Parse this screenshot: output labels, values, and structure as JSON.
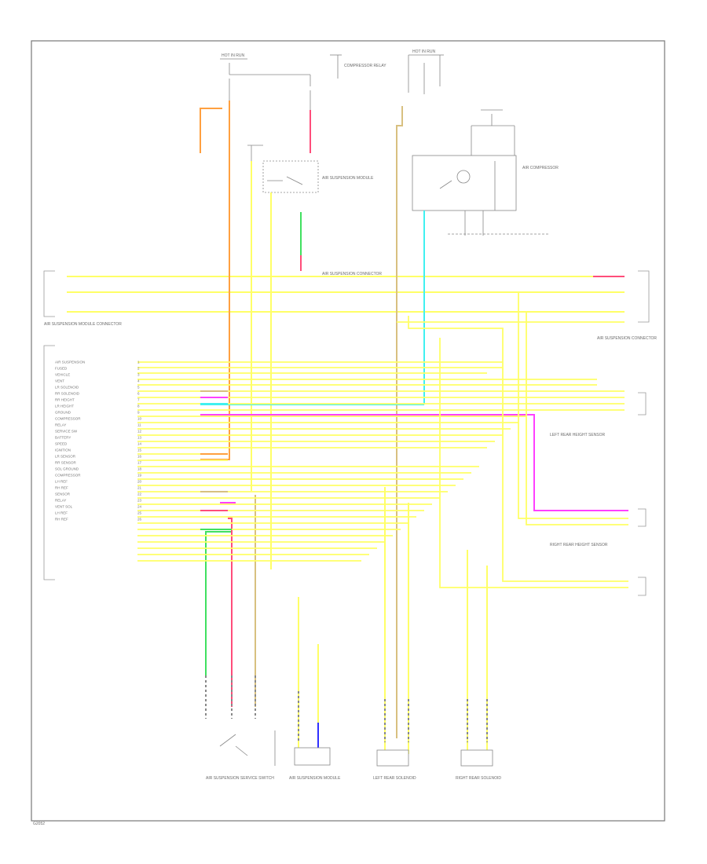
{
  "labels": {
    "fuse_box_top_left": "HOT IN RUN",
    "fuse_box_top_right": "HOT IN RUN",
    "compressor_relay": "COMPRESSOR RELAY",
    "suspension_module": "AIR SUSPENSION MODULE",
    "air_suspension_connector": "AIR SUSPENSION CONNECTOR",
    "height_sensor_left": "LEFT REAR HEIGHT SENSOR",
    "height_sensor_right": "RIGHT REAR HEIGHT SENSOR",
    "service_switch": "AIR SUSPENSION SERVICE SWITCH",
    "air_compressor": "AIR COMPRESSOR",
    "left_rear_solenoid": "LEFT REAR SOLENOID",
    "right_rear_solenoid": "RIGHT REAR SOLENOID",
    "connector_caption_left": "AIR SUSPENSION MODULE CONNECTOR",
    "connector_caption_right": "AIR SUSPENSION CONNECTOR",
    "footer_code": "G2052"
  },
  "module_pins": [
    {
      "n": "1",
      "label": "AIR SUSPENSION"
    },
    {
      "n": "2",
      "label": "FUSED"
    },
    {
      "n": "3",
      "label": "VEHICLE"
    },
    {
      "n": "4",
      "label": "VENT"
    },
    {
      "n": "5",
      "label": "LR SOLENOID"
    },
    {
      "n": "6",
      "label": "RR SOLENOID"
    },
    {
      "n": "7",
      "label": "RR HEIGHT"
    },
    {
      "n": "8",
      "label": "LR HEIGHT"
    },
    {
      "n": "9",
      "label": "GROUND"
    },
    {
      "n": "10",
      "label": "COMPRESSOR"
    },
    {
      "n": "11",
      "label": "RELAY"
    },
    {
      "n": "12",
      "label": "SERVICE SW"
    },
    {
      "n": "13",
      "label": "BATTERY"
    },
    {
      "n": "14",
      "label": "SPEED"
    },
    {
      "n": "15",
      "label": "IGNITION"
    },
    {
      "n": "16",
      "label": "LR SENSOR"
    },
    {
      "n": "17",
      "label": "RR SENSOR"
    },
    {
      "n": "18",
      "label": "SOL GROUND"
    },
    {
      "n": "19",
      "label": "COMPRESSOR"
    },
    {
      "n": "20",
      "label": "LH REF"
    },
    {
      "n": "21",
      "label": "RH REF"
    },
    {
      "n": "22",
      "label": "SENSOR"
    },
    {
      "n": "23",
      "label": "RELAY"
    },
    {
      "n": "24",
      "label": "VENT SOL"
    },
    {
      "n": "25",
      "label": "LH REF"
    },
    {
      "n": "26",
      "label": "RH REF"
    }
  ],
  "colors": {
    "yellow": "#ffff66",
    "orange": "#ffa040",
    "pink": "#ff4d7a",
    "green": "#40e060",
    "magenta": "#ff40ff",
    "cyan": "#40f0f0",
    "tan": "#d8c080",
    "blue": "#3030ff",
    "frame": "#777777"
  }
}
